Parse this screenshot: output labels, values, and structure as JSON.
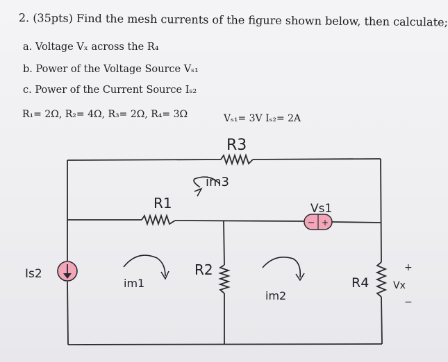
{
  "question": {
    "title": "2. (35pts)  Find the mesh currents of the figure shown  below, then calculate;",
    "part_a": "a. Voltage Vₓ  across the R₄",
    "part_b": "b. Power of the Voltage Source Vₛ₁",
    "part_c": "c.  Power of the Current Source Iₛ₂",
    "resistor_values": "R₁= 2Ω, R₂= 4Ω, R₃= 2Ω, R₄= 3Ω",
    "source_values": "Vₛ₁= 3V    Iₛ₂= 2A"
  },
  "circuit_labels": {
    "r3": "R3",
    "r1": "R1",
    "r2": "R2",
    "r4": "R4",
    "im3": "im3",
    "im1": "im1",
    "im2": "im2",
    "vs1": "Vs1",
    "is2": "Is2",
    "vx": "Vx",
    "vs_minus": "−",
    "vs_plus": "+",
    "vx_plus": "+",
    "vx_minus": "−"
  }
}
